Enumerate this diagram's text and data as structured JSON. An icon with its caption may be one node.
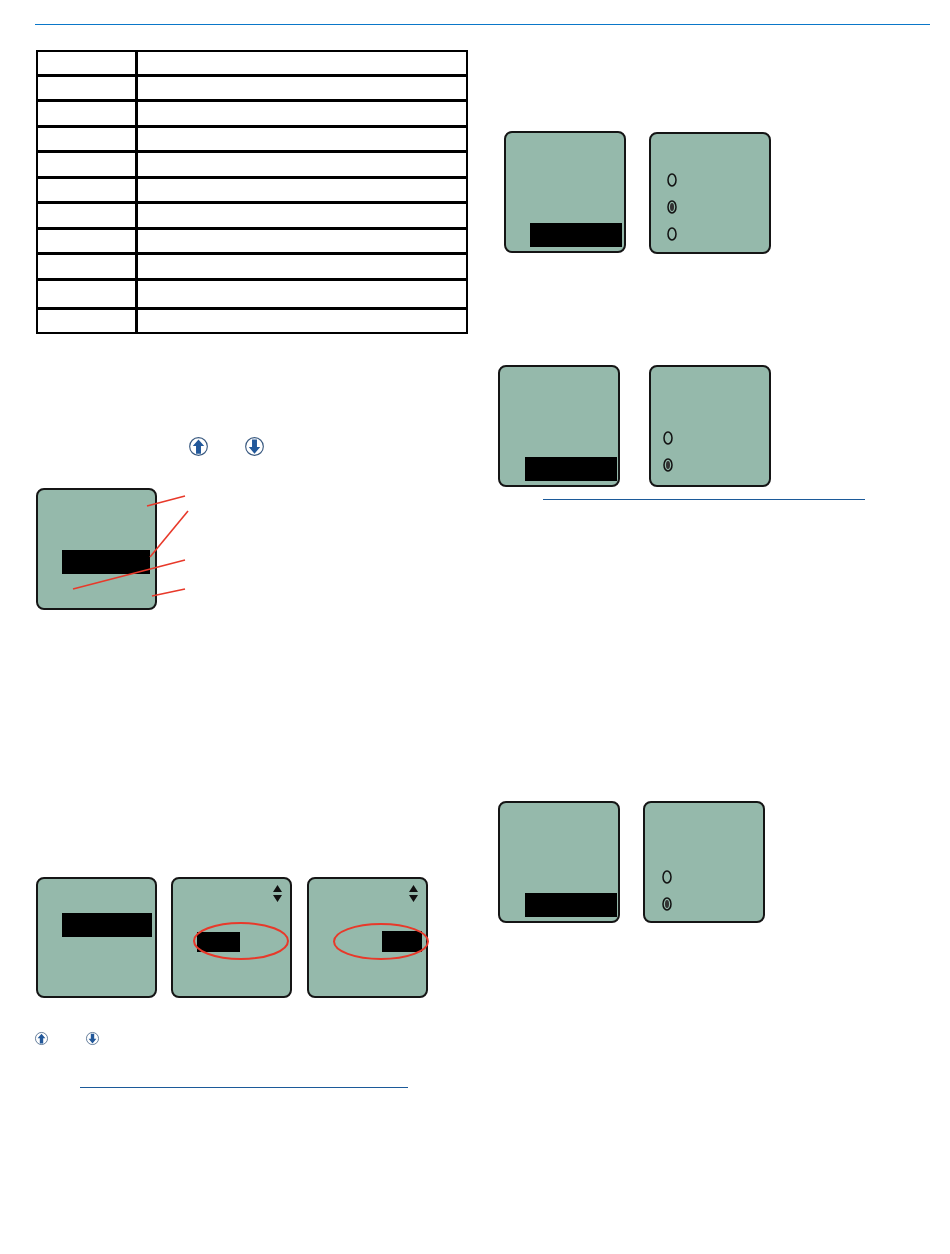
{
  "diagram": {
    "nodes": [
      {
        "text": [],
        "shape": "box"
      },
      {
        "text": [],
        "shape": "bar",
        "in": 0
      },
      {
        "text": [],
        "shape": "box"
      },
      {
        "text": [],
        "shape": "bar",
        "in": 2
      },
      {
        "text": [],
        "shape": "box"
      },
      {
        "text": [],
        "shape": "bar",
        "in": 4
      },
      {
        "text": [],
        "shape": "box"
      },
      {
        "text": [],
        "shape": "bar",
        "in": 6
      },
      {
        "text": [],
        "shape": "box"
      },
      {
        "text": [],
        "shape": "bar",
        "in": 8
      },
      {
        "text": [],
        "shape": "box"
      },
      {
        "text": [],
        "shape": "box"
      },
      {
        "text": [],
        "shape": "bar",
        "in": 11
      },
      {
        "text": [],
        "shape": "box"
      },
      {
        "text": [],
        "shape": "box"
      },
      {
        "text": [],
        "shape": "bar",
        "in": 14
      },
      {
        "text": [],
        "shape": "box"
      }
    ],
    "edges": [
      {
        "from": null,
        "to": 0,
        "arrow": "none"
      },
      {
        "from": null,
        "to": 1,
        "arrow": "none"
      },
      {
        "from": null,
        "to": 0,
        "arrow": "none"
      },
      {
        "from": null,
        "to": 0,
        "arrow": "none"
      }
    ]
  }
}
